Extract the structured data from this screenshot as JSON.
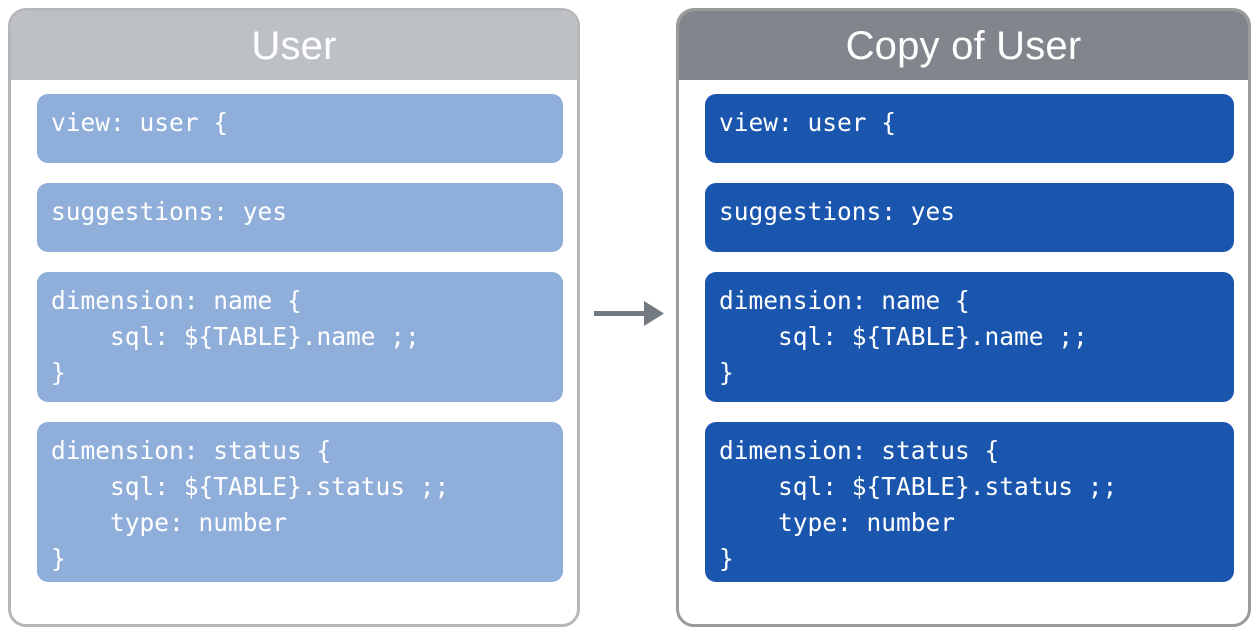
{
  "diagram": {
    "type": "flow",
    "direction": "left-to-right",
    "connector": {
      "icon": "arrow-right-icon",
      "color": "#747a82",
      "from": "source-card",
      "to": "copy-card"
    },
    "cards": [
      {
        "id": "source-card",
        "title": "User",
        "header_color": "#bdc1c6",
        "border_color": "#b6b6b6",
        "block_color": "#8faeda",
        "blocks": [
          {
            "id": "view-block",
            "code": "view: user {"
          },
          {
            "id": "suggestions-block",
            "code": "suggestions: yes"
          },
          {
            "id": "dimension-name-block",
            "code": "dimension: name {\n    sql: ${TABLE}.name ;;\n}"
          },
          {
            "id": "dimension-status-block",
            "code": "dimension: status {\n    sql: ${TABLE}.status ;;\n    type: number\n}"
          }
        ]
      },
      {
        "id": "copy-card",
        "title": "Copy of User",
        "header_color": "#80868b",
        "border_color": "#9a9a9a",
        "block_color": "#1a56ae",
        "blocks": [
          {
            "id": "view-block",
            "code": "view: user {"
          },
          {
            "id": "suggestions-block",
            "code": "suggestions: yes"
          },
          {
            "id": "dimension-name-block",
            "code": "dimension: name {\n    sql: ${TABLE}.name ;;\n}"
          },
          {
            "id": "dimension-status-block",
            "code": "dimension: status {\n    sql: ${TABLE}.status ;;\n    type: number\n}"
          }
        ]
      }
    ]
  }
}
